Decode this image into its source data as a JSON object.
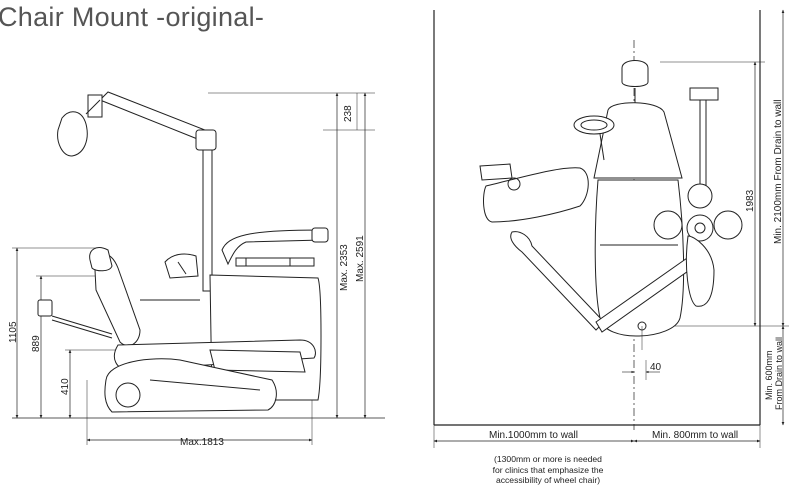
{
  "title": "Chair Mount -original-",
  "side_view": {
    "dims": {
      "height_1105": "1105",
      "height_889": "889",
      "height_410": "410",
      "top_238": "238",
      "max_2353": "Max. 2353",
      "max_2591": "Max. 2591",
      "max_1813": "Max.1813"
    }
  },
  "plan_view": {
    "dims": {
      "d_1983": "1983",
      "d_40": "40",
      "min_2100": "Min. 2100mm From Drain to wall",
      "min_600_a": "Min. 600mm",
      "min_600_b": "From Drain to wall",
      "min_1000": "Min.1000mm to wall",
      "min_800": "Min. 800mm to wall"
    },
    "note": {
      "line1": "(1300mm or more is needed",
      "line2": "for clinics that emphasize the",
      "line3": "accessibility of wheel chair)"
    }
  }
}
